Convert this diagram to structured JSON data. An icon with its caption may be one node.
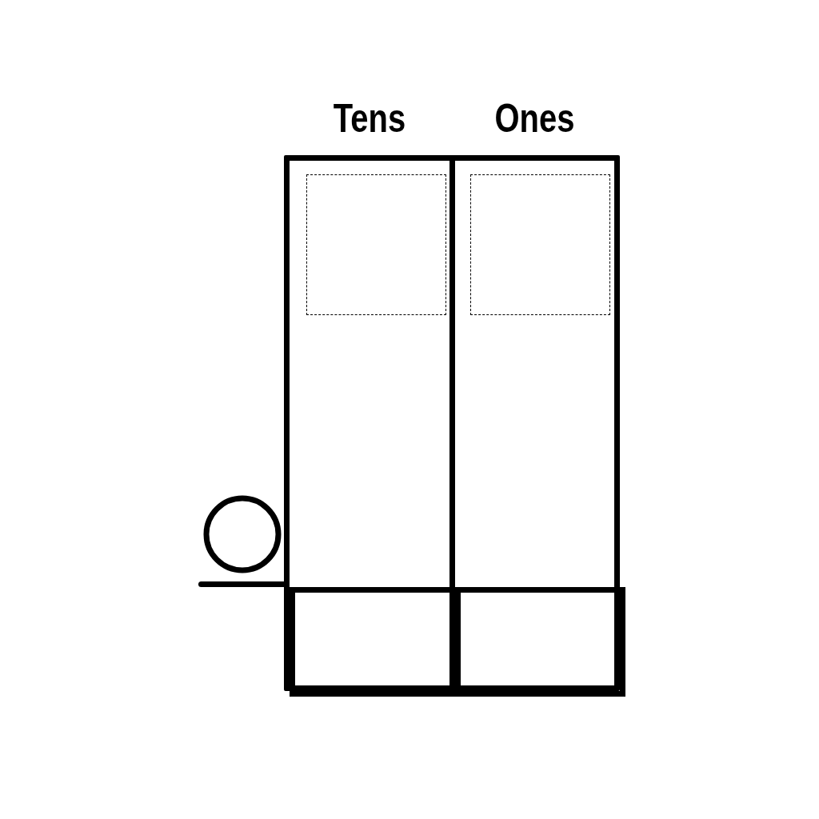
{
  "diagram": {
    "nodes": [
      {
        "text": [
          "Tens"
        ]
      },
      {
        "text": [],
        "shape": "box",
        "in": 0
      },
      {
        "text": [],
        "shape": "box",
        "in": 0
      },
      {
        "text": [
          "Ones"
        ]
      },
      {
        "text": [],
        "shape": "box",
        "in": 3
      },
      {
        "text": [],
        "shape": "box",
        "in": 3
      },
      {
        "text": [],
        "shape": "circle"
      }
    ]
  }
}
